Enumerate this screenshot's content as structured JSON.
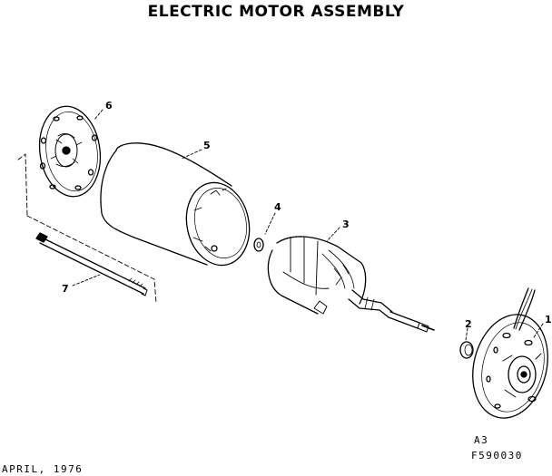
{
  "title": "ELECTRIC MOTOR ASSEMBLY",
  "parts": [
    {
      "number": "1"
    },
    {
      "number": "2"
    },
    {
      "number": "3"
    },
    {
      "number": "4"
    },
    {
      "number": "5"
    },
    {
      "number": "6"
    },
    {
      "number": "7"
    }
  ],
  "footer": {
    "ref_code": "A3",
    "part_number": "F590030",
    "date": "APRIL, 1976"
  },
  "colors": {
    "ink": "#000000",
    "paper": "#ffffff"
  }
}
